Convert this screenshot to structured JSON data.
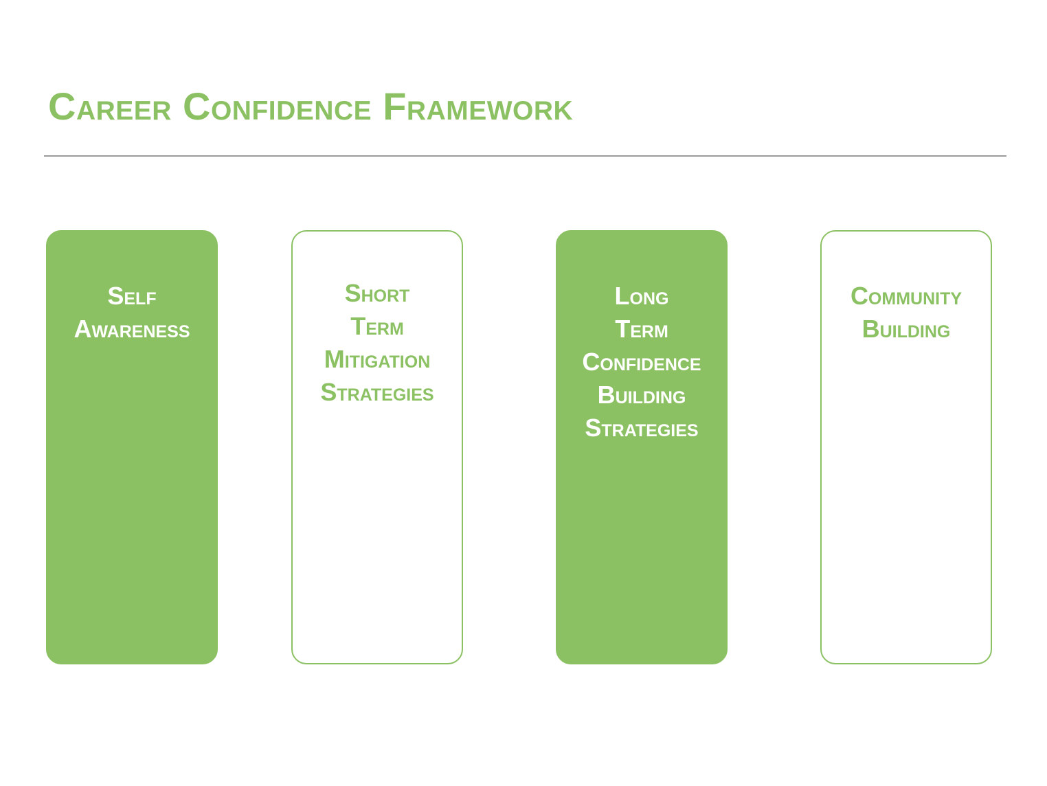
{
  "title": "Career Confidence Framework",
  "colors": {
    "accent": "#8bc162",
    "divider": "#9a9a9a",
    "background": "#ffffff"
  },
  "cards": [
    {
      "label": "Self\nAwareness",
      "style": "filled"
    },
    {
      "label": "Short\nTerm\nMitigation\nStrategies",
      "style": "outline"
    },
    {
      "label": "Long\nTerm\nConfidence\nBuilding\nStrategies",
      "style": "filled"
    },
    {
      "label": "Community\nBuilding",
      "style": "outline"
    }
  ]
}
